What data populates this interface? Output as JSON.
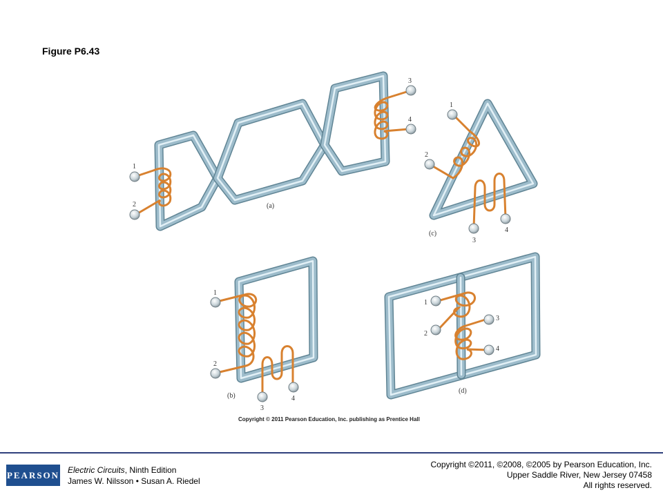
{
  "figure_title": "Figure P6.43",
  "panels": {
    "a": {
      "label": "(a)",
      "terminals": [
        "1",
        "2",
        "3",
        "4"
      ]
    },
    "b": {
      "label": "(b)",
      "terminals": [
        "1",
        "2",
        "3",
        "4"
      ]
    },
    "c": {
      "label": "(c)",
      "terminals": [
        "1",
        "2",
        "3",
        "4"
      ]
    },
    "d": {
      "label": "(d)",
      "terminals": [
        "1",
        "2",
        "3",
        "4"
      ]
    }
  },
  "colors": {
    "core": "#9dbccb",
    "core_highlight": "#e2f0f6",
    "core_edge": "#5f8494",
    "winding": "#d8812f"
  },
  "slide_copyright": "Copyright © 2011 Pearson Education, Inc. publishing as Prentice Hall",
  "footer": {
    "logo": "PEARSON",
    "book_title": "Electric Circuits",
    "book_edition": ", Ninth Edition",
    "authors": "James W. Nilsson • Susan A. Riedel",
    "copyright_line": "Copyright ©2011, ©2008, ©2005 by Pearson Education, Inc.",
    "address_line": "Upper Saddle River, New Jersey 07458",
    "rights_line": "All rights reserved."
  }
}
